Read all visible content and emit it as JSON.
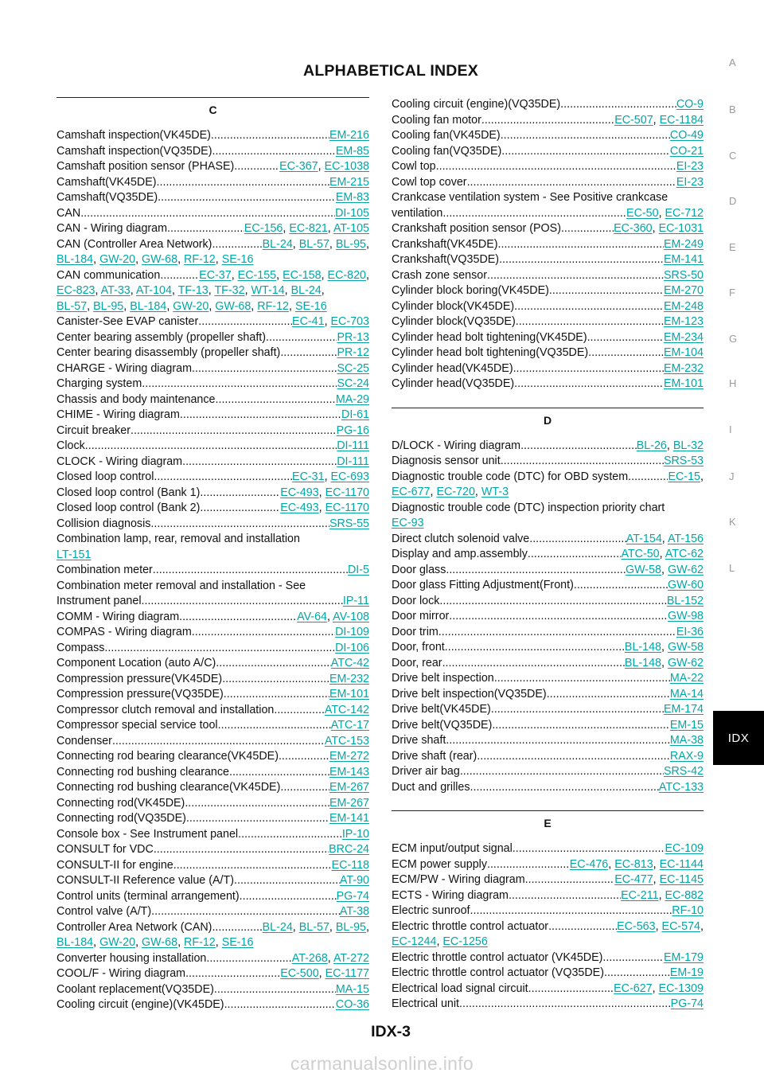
{
  "page": {
    "title": "ALPHABETICAL INDEX",
    "footer": "IDX-3",
    "watermark": "carmanualsonline.info",
    "colors": {
      "link": "#00a7a8",
      "tab_inactive": "#9a9a9a",
      "active_tab_bg": "#000000"
    }
  },
  "side_tabs": {
    "items": [
      "A",
      "B",
      "C",
      "D",
      "E",
      "F",
      "G",
      "H",
      "I",
      "J",
      "K",
      "L"
    ],
    "active": "IDX"
  },
  "left_column": [
    {
      "type": "section",
      "letter": "C"
    },
    {
      "type": "entry",
      "label": "Camshaft inspection(VK45DE) ",
      "refs": [
        "EM-216"
      ]
    },
    {
      "type": "entry",
      "label": "Camshaft inspection(VQ35DE) ",
      "refs": [
        "EM-85"
      ]
    },
    {
      "type": "entry",
      "label": "Camshaft position sensor (PHASE) ",
      "refs": [
        "EC-367",
        "EC-1038"
      ]
    },
    {
      "type": "entry",
      "label": "Camshaft(VK45DE) ",
      "refs": [
        "EM-215"
      ]
    },
    {
      "type": "entry",
      "label": "Camshaft(VQ35DE) ",
      "refs": [
        "EM-83"
      ]
    },
    {
      "type": "entry",
      "label": "CAN ",
      "refs": [
        "DI-105"
      ]
    },
    {
      "type": "entry",
      "label": "CAN - Wiring diagram ",
      "refs": [
        "EC-156",
        "EC-821",
        "AT-105"
      ]
    },
    {
      "type": "entry",
      "label": "CAN (Controller Area Network) ",
      "refs": [
        "BL-24",
        "BL-57",
        "BL-95"
      ],
      "trail": true,
      "cont": [
        "BL-184",
        "GW-20",
        "GW-68",
        "RF-12",
        "SE-16"
      ]
    },
    {
      "type": "entry",
      "label": "CAN communication ",
      "refs": [
        "EC-37",
        "EC-155",
        "EC-158",
        "EC-820"
      ],
      "trail": true,
      "cont": [
        "EC-823",
        "AT-33",
        "AT-104",
        "TF-13",
        "TF-32",
        "WT-14",
        "BL-24"
      ],
      "cont_trail": true,
      "cont2": [
        "BL-57",
        "BL-95",
        "BL-184",
        "GW-20",
        "GW-68",
        "RF-12",
        "SE-16"
      ]
    },
    {
      "type": "entry",
      "label": "Canister-See EVAP canister ",
      "refs": [
        "EC-41",
        "EC-703"
      ]
    },
    {
      "type": "entry",
      "label": "Center bearing assembly (propeller shaft) ",
      "refs": [
        "PR-13"
      ]
    },
    {
      "type": "entry",
      "label": "Center bearing disassembly (propeller shaft) ",
      "refs": [
        "PR-12"
      ]
    },
    {
      "type": "entry",
      "label": "CHARGE - Wiring diagram ",
      "refs": [
        "SC-25"
      ]
    },
    {
      "type": "entry",
      "label": "Charging system ",
      "refs": [
        "SC-24"
      ]
    },
    {
      "type": "entry",
      "label": "Chassis and body maintenance ",
      "refs": [
        "MA-29"
      ]
    },
    {
      "type": "entry",
      "label": "CHIME - Wiring diagram ",
      "refs": [
        "DI-61"
      ]
    },
    {
      "type": "entry",
      "label": "Circuit breaker ",
      "refs": [
        "PG-16"
      ]
    },
    {
      "type": "entry",
      "label": "Clock ",
      "refs": [
        "DI-111"
      ]
    },
    {
      "type": "entry",
      "label": "CLOCK - Wiring diagram ",
      "refs": [
        "DI-111"
      ]
    },
    {
      "type": "entry",
      "label": "Closed loop control ",
      "refs": [
        "EC-31",
        "EC-693"
      ]
    },
    {
      "type": "entry",
      "label": "Closed loop control (Bank 1) ",
      "refs": [
        "EC-493",
        "EC-1170"
      ]
    },
    {
      "type": "entry",
      "label": "Closed loop control (Bank 2) ",
      "refs": [
        "EC-493",
        "EC-1170"
      ]
    },
    {
      "type": "entry",
      "label": "Collision diagnosis ",
      "refs": [
        "SRS-55"
      ]
    },
    {
      "type": "entry",
      "label": "Combination lamp, rear, removal and installation ",
      "refs": [],
      "cont": [
        "LT-151"
      ]
    },
    {
      "type": "entry",
      "label": "Combination meter ",
      "refs": [
        "DI-5"
      ]
    },
    {
      "type": "entry",
      "label": "Combination meter removal and installation - See",
      "refs": [],
      "cont_label": "Instrument panel ",
      "cont_refs": [
        "IP-11"
      ]
    },
    {
      "type": "entry",
      "label": "COMM - Wiring diagram ",
      "refs": [
        "AV-64",
        "AV-108"
      ]
    },
    {
      "type": "entry",
      "label": "COMPAS - Wiring diagram ",
      "refs": [
        "DI-109"
      ]
    },
    {
      "type": "entry",
      "label": "Compass ",
      "refs": [
        "DI-106"
      ]
    },
    {
      "type": "entry",
      "label": "Component Location (auto A/C) ",
      "refs": [
        "ATC-42"
      ]
    },
    {
      "type": "entry",
      "label": "Compression pressure(VK45DE) ",
      "refs": [
        "EM-232"
      ]
    },
    {
      "type": "entry",
      "label": "Compression pressure(VQ35DE) ",
      "refs": [
        "EM-101"
      ]
    },
    {
      "type": "entry",
      "label": "Compressor clutch removal and installation ",
      "refs": [
        "ATC-142"
      ]
    },
    {
      "type": "entry",
      "label": "Compressor special service tool ",
      "refs": [
        "ATC-17"
      ]
    },
    {
      "type": "entry",
      "label": "Condenser ",
      "refs": [
        "ATC-153"
      ]
    },
    {
      "type": "entry",
      "label": "Connecting rod bearing clearance(VK45DE) ",
      "refs": [
        "EM-272"
      ]
    },
    {
      "type": "entry",
      "label": "Connecting rod bushing clearance ",
      "refs": [
        "EM-143"
      ]
    },
    {
      "type": "entry",
      "label": "Connecting rod bushing clearance(VK45DE) ",
      "refs": [
        "EM-267"
      ]
    },
    {
      "type": "entry",
      "label": "Connecting rod(VK45DE) ",
      "refs": [
        "EM-267"
      ]
    },
    {
      "type": "entry",
      "label": "Connecting rod(VQ35DE) ",
      "refs": [
        "EM-141"
      ]
    },
    {
      "type": "entry",
      "label": "Console box - See Instrument panel ",
      "refs": [
        "IP-10"
      ]
    },
    {
      "type": "entry",
      "label": "CONSULT for VDC ",
      "refs": [
        "BRC-24"
      ]
    },
    {
      "type": "entry",
      "label": "CONSULT-II for engine ",
      "refs": [
        "EC-118"
      ]
    },
    {
      "type": "entry",
      "label": "CONSULT-II Reference value (A/T) ",
      "refs": [
        "AT-90"
      ]
    },
    {
      "type": "entry",
      "label": "Control units (terminal arrangement) ",
      "refs": [
        "PG-74"
      ]
    },
    {
      "type": "entry",
      "label": "Control valve (A/T) ",
      "refs": [
        "AT-38"
      ]
    },
    {
      "type": "entry",
      "label": "Controller Area Network (CAN) ",
      "refs": [
        "BL-24",
        "BL-57",
        "BL-95"
      ],
      "trail": true,
      "cont": [
        "BL-184",
        "GW-20",
        "GW-68",
        "RF-12",
        "SE-16"
      ]
    },
    {
      "type": "entry",
      "label": "Converter housing installation ",
      "refs": [
        "AT-268",
        "AT-272"
      ]
    },
    {
      "type": "entry",
      "label": "COOL/F - Wiring diagram ",
      "refs": [
        "EC-500",
        "EC-1177"
      ]
    },
    {
      "type": "entry",
      "label": "Coolant replacement(VQ35DE) ",
      "refs": [
        "MA-15"
      ]
    },
    {
      "type": "entry",
      "label": "Cooling circuit (engine)(VK45DE) ",
      "refs": [
        "CO-36"
      ]
    }
  ],
  "right_column": [
    {
      "type": "entry",
      "label": "Cooling circuit (engine)(VQ35DE) ",
      "refs": [
        "CO-9"
      ]
    },
    {
      "type": "entry",
      "label": "Cooling fan motor ",
      "refs": [
        "EC-507",
        "EC-1184"
      ]
    },
    {
      "type": "entry",
      "label": "Cooling fan(VK45DE) ",
      "refs": [
        "CO-49"
      ]
    },
    {
      "type": "entry",
      "label": "Cooling fan(VQ35DE) ",
      "refs": [
        "CO-21"
      ]
    },
    {
      "type": "entry",
      "label": "Cowl top ",
      "refs": [
        "EI-23"
      ]
    },
    {
      "type": "entry",
      "label": "Cowl top cover ",
      "refs": [
        "EI-23"
      ]
    },
    {
      "type": "entry",
      "label": "Crankcase ventilation system - See Positive crankcase",
      "refs": [],
      "cont_label": "ventilation ",
      "cont_refs": [
        "EC-50",
        "EC-712"
      ]
    },
    {
      "type": "entry",
      "label": "Crankshaft position sensor (POS) ",
      "refs": [
        "EC-360",
        "EC-1031"
      ]
    },
    {
      "type": "entry",
      "label": "Crankshaft(VK45DE) ",
      "refs": [
        "EM-249"
      ]
    },
    {
      "type": "entry",
      "label": "Crankshaft(VQ35DE) ",
      "refs": [
        "EM-141"
      ]
    },
    {
      "type": "entry",
      "label": "Crash zone sensor ",
      "refs": [
        "SRS-50"
      ]
    },
    {
      "type": "entry",
      "label": "Cylinder block boring(VK45DE) ",
      "refs": [
        "EM-270"
      ]
    },
    {
      "type": "entry",
      "label": "Cylinder block(VK45DE) ",
      "refs": [
        "EM-248"
      ]
    },
    {
      "type": "entry",
      "label": "Cylinder block(VQ35DE) ",
      "refs": [
        "EM-123"
      ]
    },
    {
      "type": "entry",
      "label": "Cylinder head bolt tightening(VK45DE) ",
      "refs": [
        "EM-234"
      ]
    },
    {
      "type": "entry",
      "label": "Cylinder head bolt tightening(VQ35DE) ",
      "refs": [
        "EM-104"
      ]
    },
    {
      "type": "entry",
      "label": "Cylinder head(VK45DE) ",
      "refs": [
        "EM-232"
      ]
    },
    {
      "type": "entry",
      "label": "Cylinder head(VQ35DE) ",
      "refs": [
        "EM-101"
      ]
    },
    {
      "type": "spacer"
    },
    {
      "type": "section",
      "letter": "D"
    },
    {
      "type": "entry",
      "label": "D/LOCK - Wiring diagram ",
      "refs": [
        "BL-26",
        "BL-32"
      ]
    },
    {
      "type": "entry",
      "label": "Diagnosis sensor unit ",
      "refs": [
        "SRS-53"
      ]
    },
    {
      "type": "entry",
      "label": "Diagnostic trouble code (DTC) for OBD system ",
      "refs": [
        "EC-15"
      ],
      "trail": true,
      "cont": [
        "EC-677",
        "EC-720",
        "WT-3"
      ]
    },
    {
      "type": "entry",
      "label": "Diagnostic trouble code (DTC) inspection priority chart",
      "refs": [],
      "cont": [
        "EC-93"
      ]
    },
    {
      "type": "entry",
      "label": "Direct clutch solenoid valve ",
      "refs": [
        "AT-154",
        "AT-156"
      ]
    },
    {
      "type": "entry",
      "label": "Display and amp.assembly ",
      "refs": [
        "ATC-50",
        "ATC-62"
      ]
    },
    {
      "type": "entry",
      "label": "Door glass ",
      "refs": [
        "GW-58",
        "GW-62"
      ]
    },
    {
      "type": "entry",
      "label": "Door glass Fitting Adjustment(Front) ",
      "refs": [
        "GW-60"
      ]
    },
    {
      "type": "entry",
      "label": "Door lock ",
      "refs": [
        "BL-152"
      ]
    },
    {
      "type": "entry",
      "label": "Door mirror ",
      "refs": [
        "GW-98"
      ]
    },
    {
      "type": "entry",
      "label": "Door trim ",
      "refs": [
        "EI-36"
      ]
    },
    {
      "type": "entry",
      "label": "Door, front ",
      "refs": [
        "BL-148",
        "GW-58"
      ]
    },
    {
      "type": "entry",
      "label": "Door, rear ",
      "refs": [
        "BL-148",
        "GW-62"
      ]
    },
    {
      "type": "entry",
      "label": "Drive belt inspection ",
      "refs": [
        "MA-22"
      ]
    },
    {
      "type": "entry",
      "label": "Drive belt inspection(VQ35DE) ",
      "refs": [
        "MA-14"
      ]
    },
    {
      "type": "entry",
      "label": "Drive belt(VK45DE) ",
      "refs": [
        "EM-174"
      ]
    },
    {
      "type": "entry",
      "label": "Drive belt(VQ35DE) ",
      "refs": [
        "EM-15"
      ]
    },
    {
      "type": "entry",
      "label": "Drive shaft ",
      "refs": [
        "MA-38"
      ]
    },
    {
      "type": "entry",
      "label": "Drive shaft (rear) ",
      "refs": [
        "RAX-9"
      ]
    },
    {
      "type": "entry",
      "label": "Driver air bag ",
      "refs": [
        "SRS-42"
      ]
    },
    {
      "type": "entry",
      "label": "Duct and grilles ",
      "refs": [
        "ATC-133"
      ]
    },
    {
      "type": "spacer"
    },
    {
      "type": "section",
      "letter": "E"
    },
    {
      "type": "entry",
      "label": "ECM input/output signal ",
      "refs": [
        "EC-109"
      ]
    },
    {
      "type": "entry",
      "label": "ECM power supply ",
      "refs": [
        "EC-476",
        "EC-813",
        "EC-1144"
      ]
    },
    {
      "type": "entry",
      "label": "ECM/PW - Wiring diagram ",
      "refs": [
        "EC-477",
        "EC-1145"
      ]
    },
    {
      "type": "entry",
      "label": "ECTS - Wiring diagram ",
      "refs": [
        "EC-211",
        "EC-882"
      ]
    },
    {
      "type": "entry",
      "label": "Electric sunroof ",
      "refs": [
        "RF-10"
      ]
    },
    {
      "type": "entry",
      "label": "Electric throttle control actuator ",
      "refs": [
        "EC-563",
        "EC-574"
      ],
      "trail": true,
      "cont": [
        "EC-1244",
        "EC-1256"
      ]
    },
    {
      "type": "entry",
      "label": "Electric throttle control actuator (VK45DE) ",
      "refs": [
        "EM-179"
      ]
    },
    {
      "type": "entry",
      "label": "Electric throttle control actuator (VQ35DE) ",
      "refs": [
        "EM-19"
      ]
    },
    {
      "type": "entry",
      "label": "Electrical load signal circuit ",
      "refs": [
        "EC-627",
        "EC-1309"
      ]
    },
    {
      "type": "entry",
      "label": "Electrical unit ",
      "refs": [
        "PG-74"
      ]
    }
  ]
}
